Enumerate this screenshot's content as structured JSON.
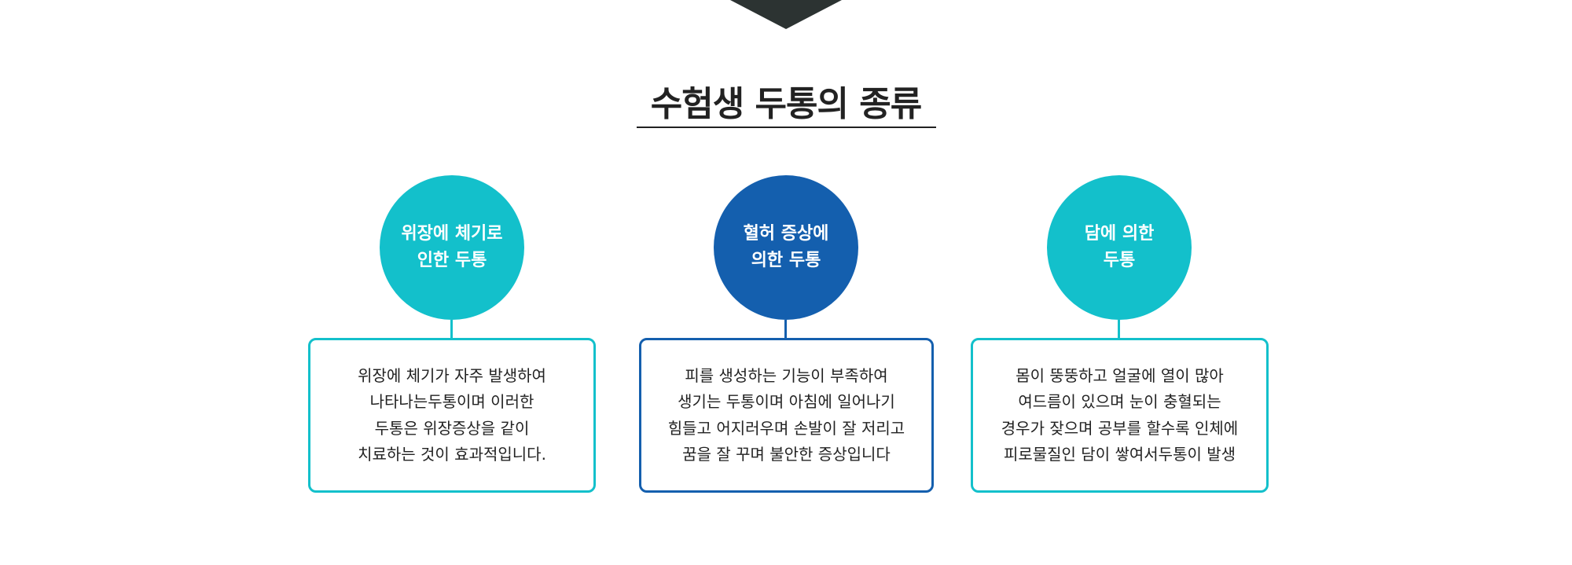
{
  "title": "수험생 두통의 종류",
  "colors": {
    "teal": "#13c0cb",
    "blue": "#145fae",
    "dark": "#2c3332"
  },
  "types": [
    {
      "circle_lines": [
        "위장에 체기로",
        "인한 두통"
      ],
      "desc_lines": [
        "위장에 체기가 자주 발생하여",
        "나타나는두통이며 이러한",
        "두통은 위장증상을 같이",
        "치료하는 것이 효과적입니다."
      ]
    },
    {
      "circle_lines": [
        "혈허 증상에",
        "의한 두통"
      ],
      "desc_lines": [
        "피를 생성하는 기능이 부족하여",
        "생기는 두통이며 아침에 일어나기",
        "힘들고 어지러우며 손발이 잘 저리고",
        "꿈을 잘 꾸며 불안한 증상입니다"
      ]
    },
    {
      "circle_lines": [
        "담에 의한",
        "두통"
      ],
      "desc_lines": [
        "몸이 뚱뚱하고 얼굴에 열이 많아",
        "여드름이 있으며 눈이 충혈되는",
        "경우가 잦으며 공부를 할수록 인체에",
        "피로물질인 담이 쌓여서두통이 발생"
      ]
    }
  ]
}
